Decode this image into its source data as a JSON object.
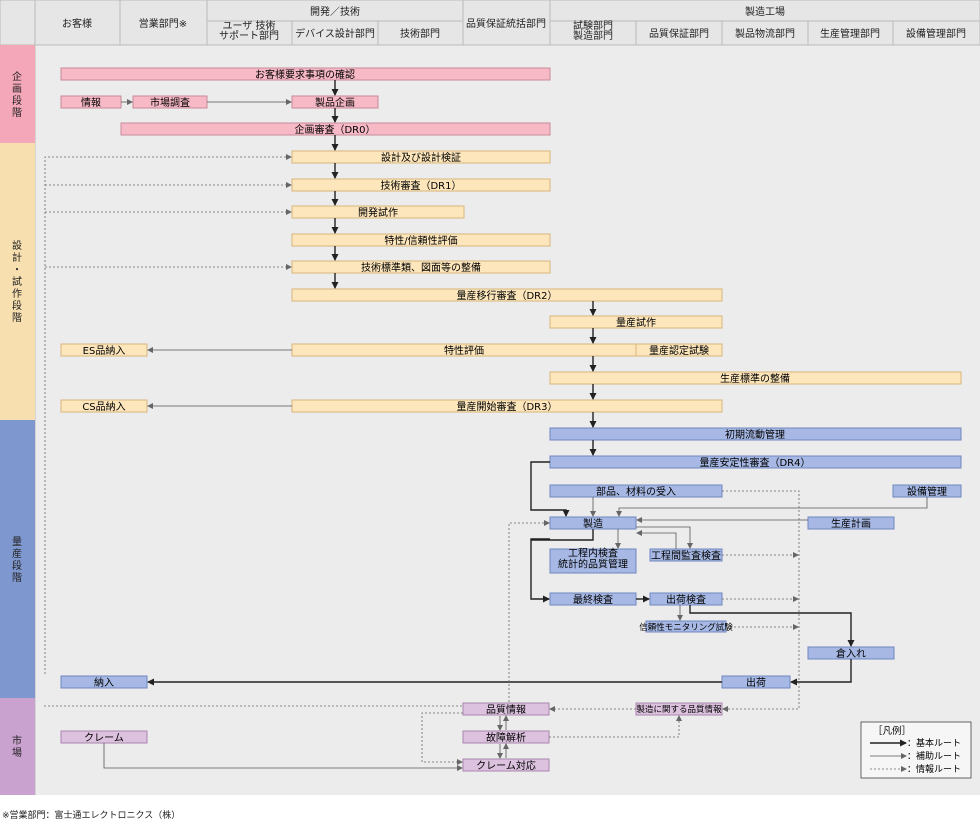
{
  "header": {
    "customer": "お客様",
    "sales": "営業部門※",
    "dev_group": "開発／技術",
    "user_support": "ユーザ 技術\nサポート部門",
    "device_design": "デバイス設計部門",
    "tech": "技術部門",
    "qa_general": "品質保証統括部門",
    "factory_group": "製造工場",
    "test_mfg": "試験部門\n製造部門",
    "qa": "品質保証部門",
    "logistics": "製品物流部門",
    "prod_mgmt": "生産管理部門",
    "equip_mgmt": "設備管理部門"
  },
  "phases": {
    "planning": "企画段階",
    "design": "設計・試作段階",
    "mass": "量産段階",
    "market": "市場"
  },
  "colors": {
    "planning_fill": "#f7b9c6",
    "planning_band": "#f4a7b9",
    "design_fill": "#fde6bc",
    "design_band": "#f8dfb0",
    "mass_fill": "#a6b8e3",
    "mass_band": "#7f97cf",
    "market_fill": "#dcc2df",
    "market_band": "#c9a2cf",
    "header_bg": "#e9e9e9"
  },
  "boxes": {
    "req_confirm": "お客様要求事項の確認",
    "info": "情報",
    "market_research": "市場調査",
    "product_plan": "製品企画",
    "dr0": "企画審査（DR0）",
    "design_verify": "設計及び設計検証",
    "dr1": "技術審査（DR1）",
    "dev_proto": "開発試作",
    "reliability_eval": "特性/信頼性評価",
    "standards": "技術標準類、図面等の整備",
    "dr2": "量産移行審査（DR2）",
    "mass_proto": "量産試作",
    "es_delivery": "ES品納入",
    "char_eval": "特性評価",
    "mass_cert_test": "量産認定試験",
    "prod_standards": "生産標準の整備",
    "cs_delivery": "CS品納入",
    "dr3": "量産開始審査（DR3）",
    "initial_flow": "初期流動管理",
    "dr4": "量産安定性審査（DR4）",
    "parts_receiving": "部品、材料の受入",
    "equipment_mgmt": "設備管理",
    "manufacturing": "製造",
    "production_plan": "生産計画",
    "inprocess_inspection": "工程内検査\n統計的品質管理",
    "interprocess_audit": "工程間監査検査",
    "final_inspection": "最終検査",
    "shipping_inspection": "出荷検査",
    "reliability_monitor": "信頼性モニタリング試験",
    "warehousing": "倉入れ",
    "delivery": "納入",
    "shipping": "出荷",
    "quality_info": "品質情報",
    "mfg_quality_info": "製造に関する品質情報",
    "claim": "クレーム",
    "failure_analysis": "故障解析",
    "claim_response": "クレーム対応"
  },
  "legend": {
    "title": "［凡例］",
    "basic": "：基本ルート",
    "auxiliary": "：補助ルート",
    "info": "：情報ルート"
  },
  "footnote": "※営業部門：富士通エレクトロニクス（株）"
}
